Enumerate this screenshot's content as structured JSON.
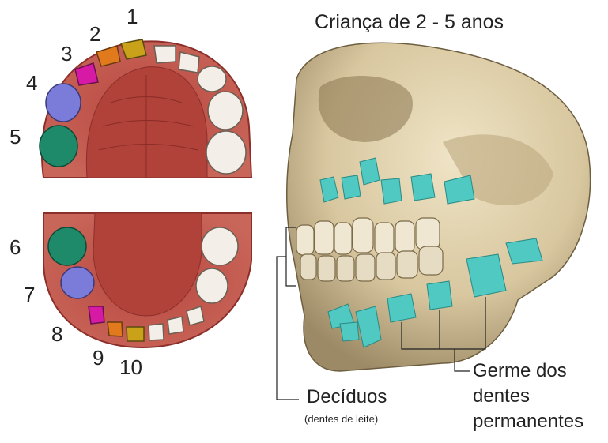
{
  "title": "Criança de 2 - 5 anos",
  "tooth_numbers": [
    "1",
    "2",
    "3",
    "4",
    "5",
    "6",
    "7",
    "8",
    "9",
    "10"
  ],
  "labels": {
    "deciduous": "Decíduos",
    "deciduous_sub": "(dentes de leite)",
    "germ_line1": "Germe dos",
    "germ_line2": "dentes",
    "germ_line3": "permanentes"
  },
  "colors": {
    "gum": "#c8564a",
    "palate": "#a83a33",
    "incisor_central": "#c9a21a",
    "incisor_lateral": "#e07a1c",
    "canine": "#d61aa6",
    "first_molar": "#7b7bd9",
    "second_molar": "#1f8a6a",
    "permanent_germ": "#4fc9c2",
    "bone": "#d9c9a3"
  }
}
